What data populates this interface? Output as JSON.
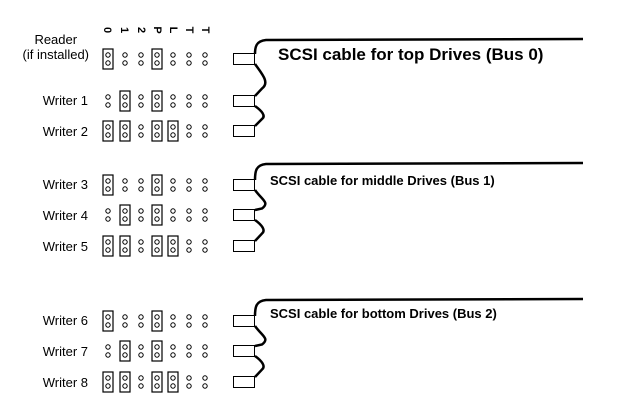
{
  "jumper_headers": [
    "0",
    "1",
    "2",
    "P",
    "L",
    "T",
    "T"
  ],
  "rows": [
    {
      "label": "Reader",
      "label2": "(if installed)",
      "jumpers": [
        1,
        0,
        0,
        1,
        0,
        0,
        0
      ]
    },
    {
      "label": "Writer 1",
      "jumpers": [
        0,
        1,
        0,
        1,
        0,
        0,
        0
      ]
    },
    {
      "label": "Writer 2",
      "jumpers": [
        1,
        1,
        0,
        1,
        1,
        0,
        0
      ]
    },
    {
      "label": "Writer 3",
      "jumpers": [
        1,
        0,
        0,
        1,
        0,
        0,
        0
      ]
    },
    {
      "label": "Writer 4",
      "jumpers": [
        0,
        1,
        0,
        1,
        0,
        0,
        0
      ]
    },
    {
      "label": "Writer 5",
      "jumpers": [
        1,
        1,
        0,
        1,
        1,
        0,
        0
      ]
    },
    {
      "label": "Writer 6",
      "jumpers": [
        1,
        0,
        0,
        1,
        0,
        0,
        0
      ]
    },
    {
      "label": "Writer 7",
      "jumpers": [
        0,
        1,
        0,
        1,
        0,
        0,
        0
      ]
    },
    {
      "label": "Writer 8",
      "jumpers": [
        1,
        1,
        0,
        1,
        1,
        0,
        0
      ]
    }
  ],
  "cables": [
    {
      "label": "SCSI cable for top Drives (Bus 0)"
    },
    {
      "label": "SCSI cable for middle Drives (Bus 1)"
    },
    {
      "label": "SCSI cable for bottom Drives (Bus 2)"
    }
  ]
}
